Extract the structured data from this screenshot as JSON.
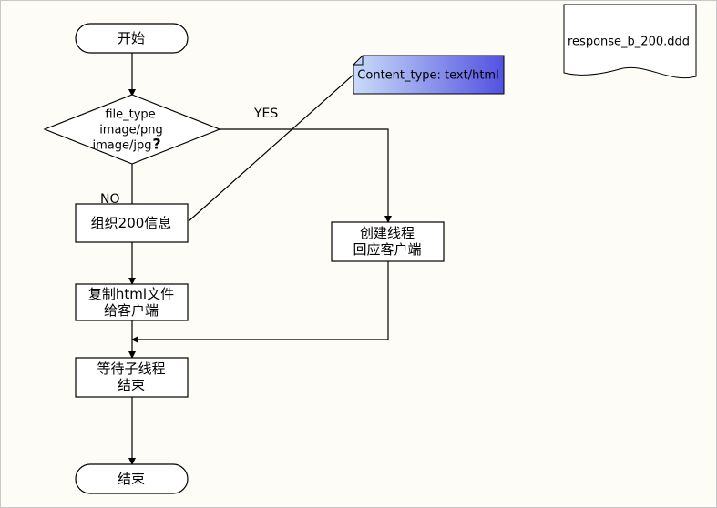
{
  "diagram": {
    "start": "开始",
    "decision": [
      "file_type",
      "image/png",
      "image/jpg",
      "?"
    ],
    "yes_label": "YES",
    "no_label": "NO",
    "organize": "组织200信息",
    "copy": [
      "复制html文件",
      "给客户端"
    ],
    "create_thread": [
      "创建线程",
      "回应客户端"
    ],
    "wait": [
      "等待子线程",
      "结束"
    ],
    "end": "结束",
    "note": "Content_type: text/html",
    "document": "response_b_200.ddd"
  },
  "colors": {
    "note_fill_start": "#c9dcf9",
    "note_fill_end": "#5252e0",
    "background": "#fdfcf7"
  }
}
